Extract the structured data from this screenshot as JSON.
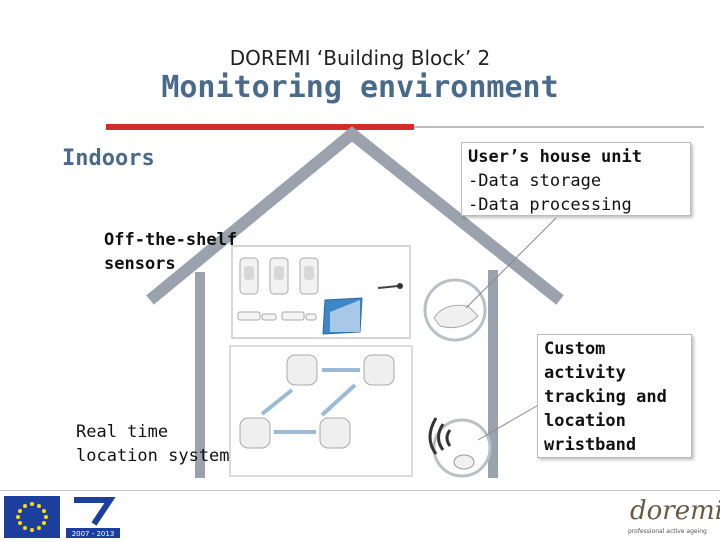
{
  "header": {
    "subtitle": "DOREMI ‘Building Block’ 2",
    "title": "Monitoring environment"
  },
  "indoors_label": "Indoors",
  "house_unit": {
    "title": "User’s house unit",
    "line1": "-Data storage",
    "line2": "-Data processing"
  },
  "sensors": {
    "line1": "Off-the-shelf",
    "line2": "sensors"
  },
  "rtls": {
    "line1": "Real time",
    "line2": "location system"
  },
  "wristband": {
    "line1": "Custom",
    "line2": "activity",
    "line3": "tracking and",
    "line4": "location",
    "line5": "wristband"
  },
  "footer": {
    "fp7_years": "2007 - 2013",
    "logo_word": "doremi",
    "logo_tagline": "professional active ageing"
  },
  "colors": {
    "title": "#4a6a8c",
    "accent_rule": "#d52b2b",
    "house_outline": "#9aa3ad",
    "eu_blue": "#1c3f9e",
    "eu_star": "#ffdd00"
  }
}
